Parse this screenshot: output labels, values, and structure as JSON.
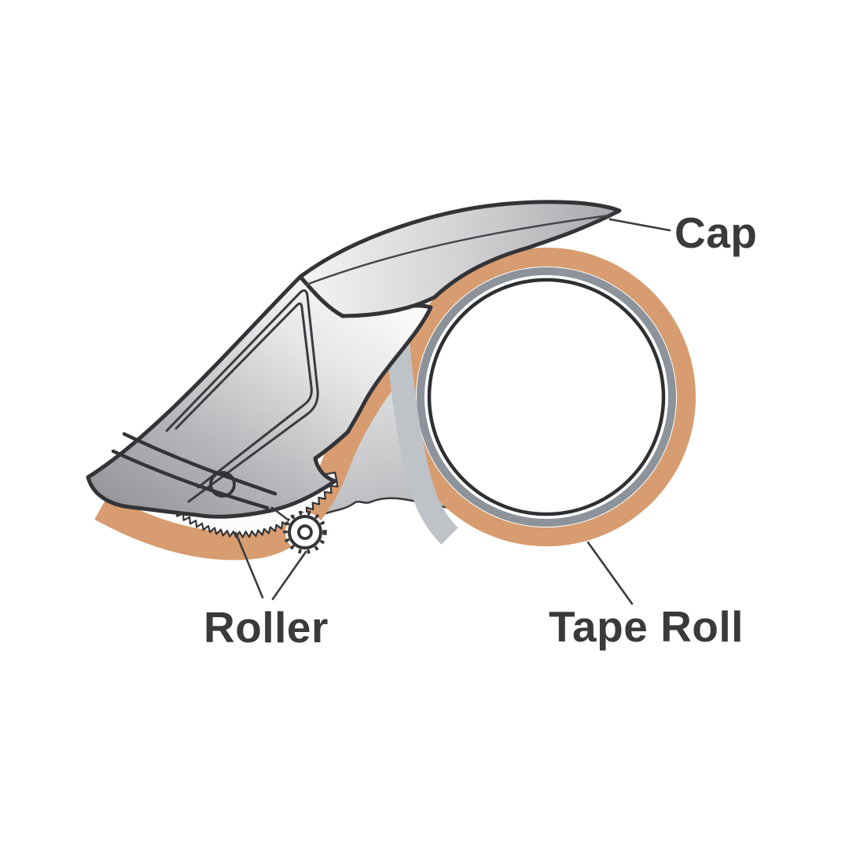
{
  "diagram": {
    "type": "labeled-illustration",
    "subject": "Handheld packing tape dispenser",
    "labels": {
      "cap": "Cap",
      "roller": "Roller",
      "tape_roll": "Tape Roll"
    },
    "parts": [
      "Cap",
      "Roller",
      "Tape Roll"
    ],
    "colors": {
      "tape": "#d79c6f",
      "outline": "#333437",
      "ring_gray": "#8d939a",
      "inner_ring_dark": "#2f3033",
      "label_text": "#3a3a3c",
      "leader_line": "#3a3b3e",
      "background": "#ffffff"
    }
  }
}
